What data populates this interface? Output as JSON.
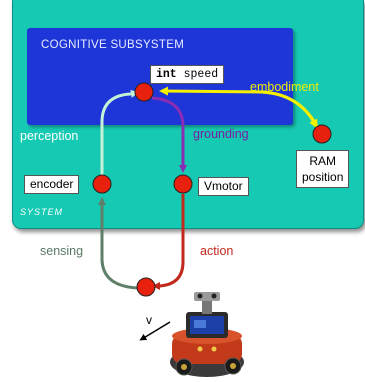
{
  "system": {
    "label": "SYSTEM"
  },
  "cognitive_subsystem": {
    "label": "COGNITIVE SUBSYSTEM",
    "variable": {
      "keyword": "int",
      "name": "speed"
    }
  },
  "nodes": {
    "encoder": "encoder",
    "vmotor": "Vmotor",
    "ram_line1": "RAM",
    "ram_line2": "position"
  },
  "arrows": {
    "perception": "perception",
    "grounding": "grounding",
    "embodiment": "embodiment",
    "sensing": "sensing",
    "action": "action"
  },
  "robot": {
    "velocity_label": "v"
  },
  "colors": {
    "system_bg": "#16c9b3",
    "cognitive_bg": "#1e36d8",
    "node_red": "#e8210f",
    "perception_arrow": "#c5f2d6",
    "grounding_arrow": "#8a2db5",
    "embodiment_arrow": "#f4f000",
    "sensing_arrow": "#5f7f68",
    "action_arrow": "#c0291b"
  }
}
